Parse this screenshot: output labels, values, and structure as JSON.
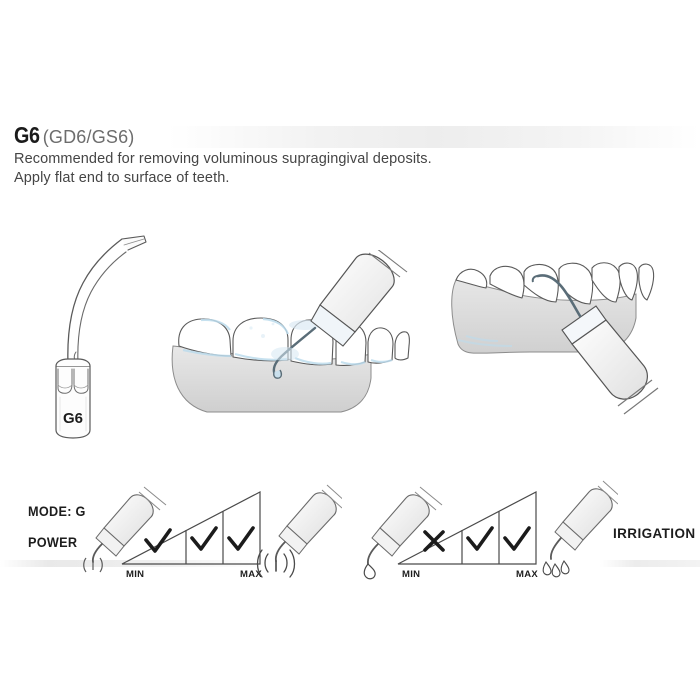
{
  "product": {
    "code": "G6",
    "variants": "(GD6/GS6)",
    "description_line1": "Recommended for removing voluminous supragingival deposits.",
    "description_line2": "Apply flat end to surface of teeth.",
    "tip_engraving": "G6"
  },
  "illustrations": [
    {
      "name": "scaler-tip-detail",
      "icon": "scaler-tip-icon",
      "caption": "G6"
    },
    {
      "name": "tooth-application-buccal",
      "icon": "teeth-handpiece-icon",
      "caption": ""
    },
    {
      "name": "tooth-application-lingual",
      "icon": "teeth-handpiece-arch-icon",
      "caption": ""
    }
  ],
  "settings": {
    "mode_label": "MODE: G",
    "power_label": "POWER",
    "irrigation_label": "IRRIGATION",
    "power": {
      "min_label": "MIN",
      "max_label": "MAX",
      "segments": [
        "check",
        "check",
        "check"
      ],
      "left_icon": "handpiece-low-power-icon",
      "right_icon": "handpiece-vibration-icon"
    },
    "irrigation": {
      "min_label": "MIN",
      "max_label": "MAX",
      "segments": [
        "cross",
        "check",
        "check"
      ],
      "left_icon": "handpiece-single-drop-icon",
      "right_icon": "handpiece-multi-drop-icon"
    }
  },
  "colors": {
    "background": "#ffffff",
    "ink": "#1d1d1d",
    "body_text": "#454545",
    "muted_text": "#6d6d6d",
    "line": "#5a5a5a",
    "tooth_tint": "#cfe4ee",
    "gum_fill": "#d9d9d9",
    "band": "#ededed"
  }
}
